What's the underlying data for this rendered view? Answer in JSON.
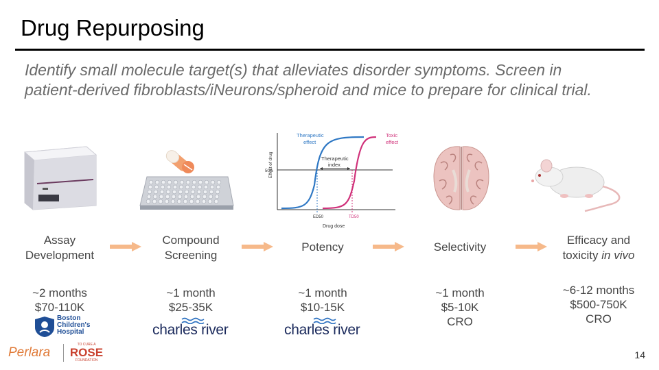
{
  "slide": {
    "title": "Drug Repurposing",
    "subtitle_line1": "Identify small molecule target(s) that alleviates disorder symptoms. Screen in",
    "subtitle_line2": "patient-derived fibroblasts/iNeurons/spheroid and mice to prepare for clinical trial.",
    "page_number": "14"
  },
  "stages": [
    {
      "line1": "Assay",
      "line2": "Development",
      "duration": "~2 months",
      "cost": "$70-110K"
    },
    {
      "line1": "Compound",
      "line2": "Screening",
      "duration": "~1 month",
      "cost": "$25-35K"
    },
    {
      "line1": "Potency",
      "duration": "~1 month",
      "cost": "$10-15K"
    },
    {
      "line1": "Selectivity",
      "duration": "~1 month",
      "cost": "$5-10K",
      "provider": "CRO"
    },
    {
      "line1": "Efficacy and",
      "line2_plain": "toxicity ",
      "line2_italic": "in vivo",
      "duration": "~6-12 months",
      "cost": "$500-750K",
      "provider": "CRO"
    }
  ],
  "potency_chart": {
    "therapeutic_label_1": "Therapeutic",
    "therapeutic_label_2": "effect",
    "toxic_label_1": "Toxic",
    "toxic_label_2": "effect",
    "index_label_1": "Therapeutic",
    "index_label_2": "index",
    "ylabel": "Effect of drug",
    "fifty": "50%",
    "xlabel": "Drug dose",
    "ed_label": "ED50",
    "td_label": "TD50"
  },
  "logos": {
    "boston_1": "Boston",
    "boston_2": "Children's",
    "boston_3": "Hospital",
    "charles_river_1": "charles river",
    "charles_river_2": "charles river",
    "perlara": "Perlara",
    "rose_small": "TO CURE A",
    "rose": "ROSE",
    "rose_foundation": "FOUNDATION"
  },
  "colors": {
    "arrow": "#f6b98a",
    "therapeutic_curve": "#2f78c4",
    "toxic_curve": "#d0317a"
  }
}
